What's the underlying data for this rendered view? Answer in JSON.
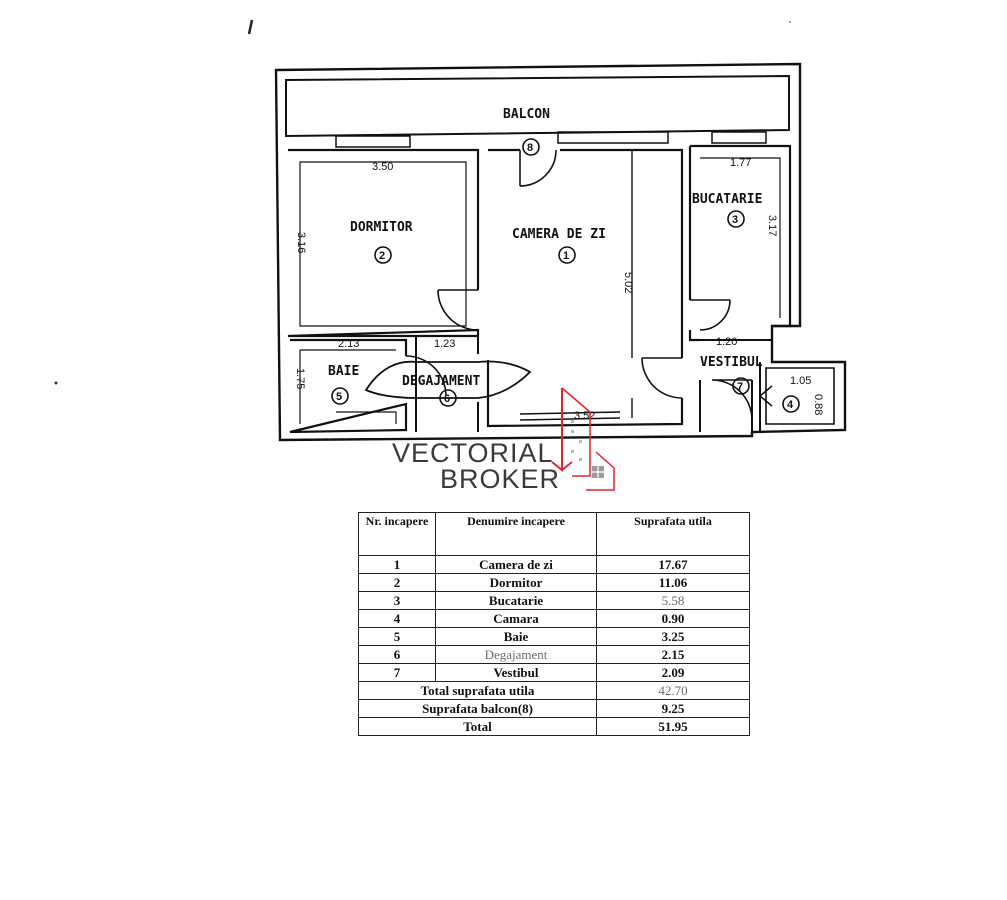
{
  "plan": {
    "rooms": [
      {
        "id": "balcon",
        "label": "BALCON",
        "number": "8"
      },
      {
        "id": "camera-de-zi",
        "label": "CAMERA DE ZI",
        "number": "1"
      },
      {
        "id": "dormitor",
        "label": "DORMITOR",
        "number": "2"
      },
      {
        "id": "bucatarie",
        "label": "BUCATARIE",
        "number": "3"
      },
      {
        "id": "camara",
        "label": "",
        "number": "4"
      },
      {
        "id": "baie",
        "label": "BAIE",
        "number": "5"
      },
      {
        "id": "degajament",
        "label": "DEGAJAMENT",
        "number": "6"
      },
      {
        "id": "vestibul",
        "label": "VESTIBUL",
        "number": "7"
      }
    ],
    "dimensions": {
      "dormitor_width": "3.50",
      "dormitor_height": "3.16",
      "bucatarie_width": "1.77",
      "bucatarie_height": "3.17",
      "camera_height": "5.02",
      "camera_width": "3.52",
      "baie_width": "2.13",
      "baie_height": "1.75",
      "degajament_width": "1.23",
      "vestibul_width": "1.20",
      "camara_width": "1.05",
      "camara_height": "0.88"
    }
  },
  "watermark": {
    "line1": "VECTORIAL",
    "line2": "BROKER",
    "accent_color": "#e0262b"
  },
  "table": {
    "headers": [
      "Nr. incapere",
      "Denumire incapere",
      "Suprafata utila"
    ],
    "rows": [
      {
        "nr": "1",
        "name": "Camera de zi",
        "area": "17.67"
      },
      {
        "nr": "2",
        "name": "Dormitor",
        "area": "11.06"
      },
      {
        "nr": "3",
        "name": "Bucatarie",
        "area": "5.58"
      },
      {
        "nr": "4",
        "name": "Camara",
        "area": "0.90"
      },
      {
        "nr": "5",
        "name": "Baie",
        "area": "3.25"
      },
      {
        "nr": "6",
        "name": "Degajament",
        "area": "2.15"
      },
      {
        "nr": "7",
        "name": "Vestibul",
        "area": "2.09"
      }
    ],
    "totals": [
      {
        "label": "Total suprafata utila",
        "value": "42.70"
      },
      {
        "label": "Suprafata balcon(8)",
        "value": "9.25"
      },
      {
        "label": "Total",
        "value": "51.95"
      }
    ]
  }
}
